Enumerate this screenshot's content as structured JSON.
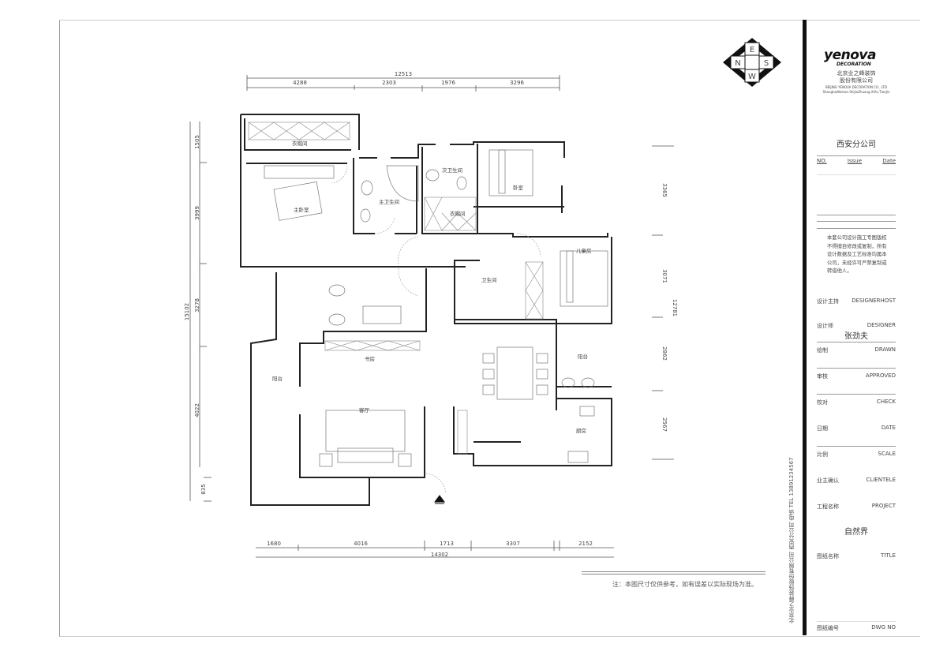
{
  "compass": {
    "top": "E",
    "left": "N",
    "right": "S",
    "bottom": "W"
  },
  "dimensions": {
    "top_total": "12513",
    "top": [
      "4288",
      "2303",
      "1976",
      "3296"
    ],
    "bottom_total": "14302",
    "bottom": [
      "1680",
      "4016",
      "1713",
      "3307",
      "2152"
    ],
    "left_total": "15102",
    "left": [
      "1505",
      "3999",
      "3278",
      "4022",
      "835"
    ],
    "right_total": "12781",
    "right": [
      "3365",
      "3071",
      "2862",
      "2567"
    ]
  },
  "rooms": {
    "closet": "衣帽间",
    "master_bedroom": "主卧室",
    "master_bath": "主卫生间",
    "second_bath": "次卫生间",
    "wardrobe": "衣帽间",
    "bedroom2": "卧室",
    "bedroom3": "儿童房",
    "bath3": "卫生间",
    "balcony": "阳台",
    "kitchen": "厨房",
    "living": "客厅",
    "study": "书房",
    "terrace": "阳台"
  },
  "footnote": "注：本图尺寸仅供参考，如有误差以实际现场为准。",
  "title_block": {
    "brand": "yenova",
    "brand_sub": "DECORATION",
    "company_cn": [
      "北京业之峰装饰",
      "股份有限公司"
    ],
    "company_en": [
      "BEIJING YENOVA DECORATION CO., LTD",
      "ShanghaiWuhan.ShiJiaZhuang.XiAn.TianJin"
    ],
    "branch": "西安分公司",
    "issue_headers": [
      "NO.",
      "Issue",
      "Date"
    ],
    "copyright_note": "本套公司设计施工专图版权不得擅自修改或复制，所有设计数据及工艺标准均属本公司，未经许可严禁复制或转借他人。",
    "rows": [
      {
        "cn": "设计主持",
        "en": "DESIGNERHOST"
      },
      {
        "cn": "设计师",
        "en": "DESIGNER"
      },
      {
        "cn": "绘制",
        "en": "DRAWN"
      },
      {
        "cn": "审核",
        "en": "APPROVED"
      },
      {
        "cn": "校对",
        "en": "CHECK"
      },
      {
        "cn": "日期",
        "en": "DATE"
      },
      {
        "cn": "比例",
        "en": "SCALE"
      },
      {
        "cn": "业主确认",
        "en": "CLIENTELE"
      },
      {
        "cn": "工程名称",
        "en": "PROJECT"
      },
      {
        "cn": "图纸名称",
        "en": "TITLE"
      },
      {
        "cn": "图纸编号",
        "en": "DWG NO"
      }
    ],
    "designer_name": "张劲夫",
    "project_name": "自然界",
    "side_text": "北京业之峰装饰股份有限公司 西安分公司 电话 TEL 13891234567"
  }
}
